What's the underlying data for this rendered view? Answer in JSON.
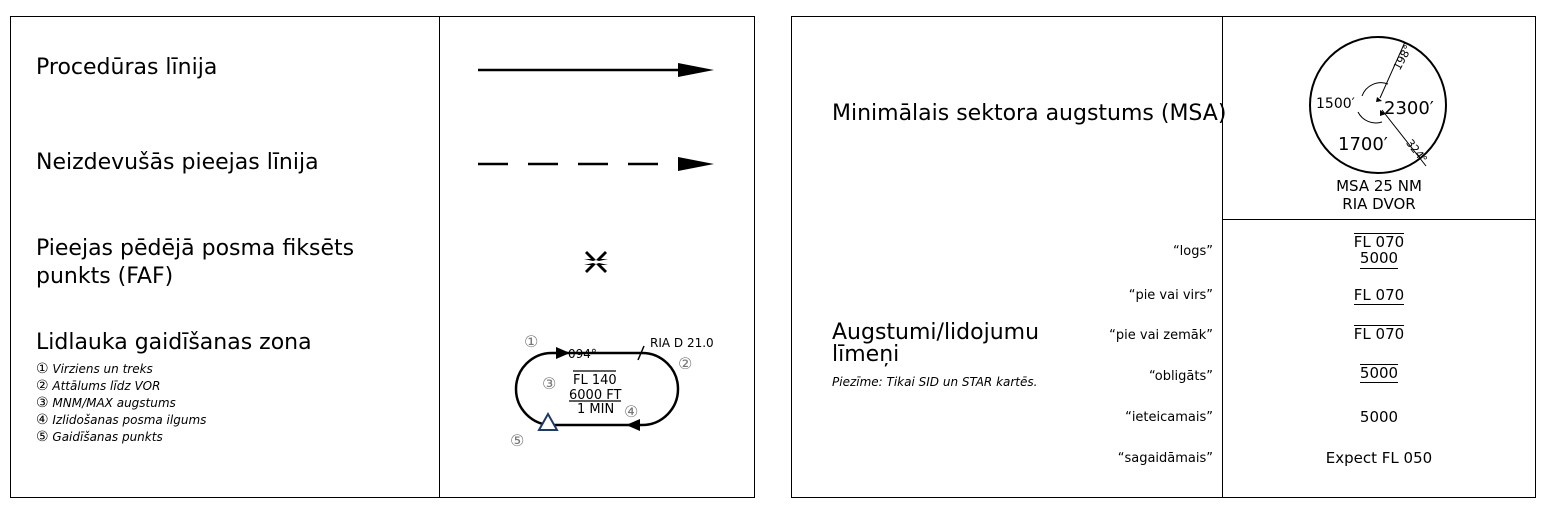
{
  "left_panel": {
    "procedure_line_label": "Procedūras līnija",
    "missed_approach_label": "Neizdevušās pieejas līnija",
    "faf_label_line1": "Pieejas pēdējā posma fiksēts",
    "faf_label_line2": "punkts (FAF)",
    "holding_title": "Lidlauka gaidīšanas zona",
    "legend": [
      {
        "num": "①",
        "text": "Virziens un treks"
      },
      {
        "num": "②",
        "text": "Attālums līdz VOR"
      },
      {
        "num": "③",
        "text": "MNM/MAX augstums"
      },
      {
        "num": "④",
        "text": "Izlidošanas posma ilgums"
      },
      {
        "num": "⑤",
        "text": "Gaidīšanas punkts"
      }
    ],
    "holding_symbol": {
      "n1": "①",
      "n2": "②",
      "n3": "③",
      "n4": "④",
      "n5": "⑤",
      "course": "094°",
      "distance": "RIA D 21.0",
      "fl": "FL 140",
      "alt": "6000 FT",
      "time": "1 MIN"
    }
  },
  "right_panel": {
    "msa_label": "Minimālais sektora augstums (MSA)",
    "msa_symbol": {
      "bearing1": "198°",
      "bearing2": "324°",
      "alt_left": "1500′",
      "alt_right": "2300′",
      "alt_bottom": "1700′",
      "caption1": "MSA 25 NM",
      "caption2": "RIA DVOR"
    },
    "altitudes_title_line1": "Augstumi/lidojumu",
    "altitudes_title_line2": "līmeņi",
    "altitudes_note": "Piezīme: Tikai SID un STAR kartēs.",
    "rows": [
      {
        "label": "“logs”",
        "value_top": "FL 070",
        "value_bottom": "5000"
      },
      {
        "label": "“pie vai virs”",
        "value": "FL 070"
      },
      {
        "label": "“pie vai zemāk”",
        "value": "FL 070"
      },
      {
        "label": "“obligāts”",
        "value": "5000"
      },
      {
        "label": "“ieteicamais”",
        "value": "5000"
      },
      {
        "label": "“sagaidāmais”",
        "value": "Expect FL 050"
      }
    ]
  }
}
